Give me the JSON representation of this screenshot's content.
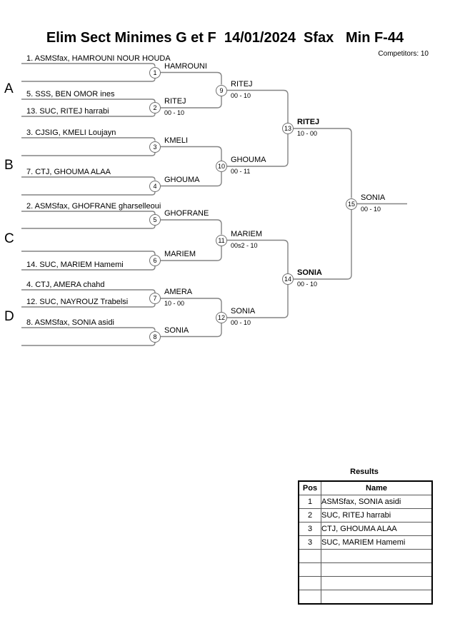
{
  "page": {
    "title": "Elim Sect Minimes G et F  14/01/2024  Sfax   Min F-44",
    "competitors": "Competitors: 10"
  },
  "bracket": {
    "group_labels": [
      "A",
      "B",
      "C",
      "D"
    ],
    "seeds": [
      "1. ASMSfax, HAMROUNI NOUR HOUDA",
      "",
      "5. SSS, BEN OMOR ines",
      "13. SUC, RITEJ harrabi",
      "3. CJSIG, KMELI Loujayn",
      "",
      "7. CTJ, GHOUMA ALAA",
      "",
      "2. ASMSfax, GHOFRANE gharselleoui",
      "",
      "",
      "14. SUC, MARIEM Hamemi",
      "4. CTJ, AMERA chahd",
      "12. SUC, NAYROUZ Trabelsi",
      "8. ASMSfax, SONIA asidi",
      ""
    ],
    "matches": [
      {
        "num": "1",
        "winner": "HAMROUNI",
        "score": ""
      },
      {
        "num": "2",
        "winner": "RITEJ",
        "score": "00 - 10"
      },
      {
        "num": "3",
        "winner": "KMELI",
        "score": ""
      },
      {
        "num": "4",
        "winner": "GHOUMA",
        "score": ""
      },
      {
        "num": "5",
        "winner": "GHOFRANE",
        "score": ""
      },
      {
        "num": "6",
        "winner": "MARIEM",
        "score": ""
      },
      {
        "num": "7",
        "winner": "AMERA",
        "score": "10 - 00"
      },
      {
        "num": "8",
        "winner": "SONIA",
        "score": ""
      },
      {
        "num": "9",
        "winner": "RITEJ",
        "score": "00 - 10"
      },
      {
        "num": "10",
        "winner": "GHOUMA",
        "score": "00 - 11"
      },
      {
        "num": "11",
        "winner": "MARIEM",
        "score": "00s2 - 10"
      },
      {
        "num": "12",
        "winner": "SONIA",
        "score": "00 - 10"
      },
      {
        "num": "13",
        "winner": "RITEJ",
        "score": "10 - 00"
      },
      {
        "num": "14",
        "winner": "SONIA",
        "score": "00 - 10"
      },
      {
        "num": "15",
        "winner": "SONIA",
        "score": "00 - 10"
      }
    ]
  },
  "results": {
    "title": "Results",
    "columns": [
      "Pos",
      "Name"
    ],
    "rows": [
      {
        "pos": "1",
        "name": "ASMSfax, SONIA asidi"
      },
      {
        "pos": "2",
        "name": "SUC, RITEJ harrabi"
      },
      {
        "pos": "3",
        "name": "CTJ, GHOUMA ALAA"
      },
      {
        "pos": "3",
        "name": "SUC, MARIEM Hamemi"
      },
      {
        "pos": "",
        "name": ""
      },
      {
        "pos": "",
        "name": ""
      },
      {
        "pos": "",
        "name": ""
      },
      {
        "pos": "",
        "name": ""
      }
    ]
  },
  "colors": {
    "line": "#848484",
    "text": "#000000"
  }
}
